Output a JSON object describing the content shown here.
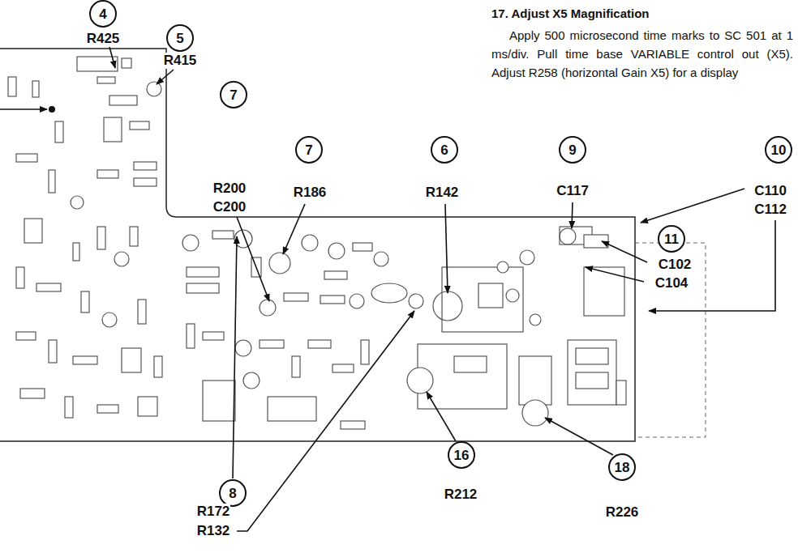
{
  "diagram": {
    "nodes": [
      {
        "text": [
          "4"
        ]
      },
      {
        "text": [
          "5"
        ]
      },
      {
        "text": [
          "7"
        ]
      },
      {
        "text": [
          "7"
        ]
      },
      {
        "text": [
          "6"
        ]
      },
      {
        "text": [
          "9"
        ]
      },
      {
        "text": [
          "10"
        ]
      },
      {
        "text": [
          "11"
        ]
      },
      {
        "text": [
          "8"
        ]
      },
      {
        "text": [
          "16"
        ]
      },
      {
        "text": [
          "18"
        ]
      }
    ],
    "labels": [
      "17. Adjust X5 Magnification",
      "Apply 500 microsecond time marks to SC 501 at 1 ms/div. Pull time base VARIABLE control out (X5). Adjust R258 (horizontal Gain X5) for a display",
      "R425",
      "R415",
      "R200",
      "C200",
      "R186",
      "R142",
      "C117",
      "C110",
      "C112",
      "C102",
      "C104",
      "R172",
      "R132",
      "R212",
      "R226"
    ]
  }
}
